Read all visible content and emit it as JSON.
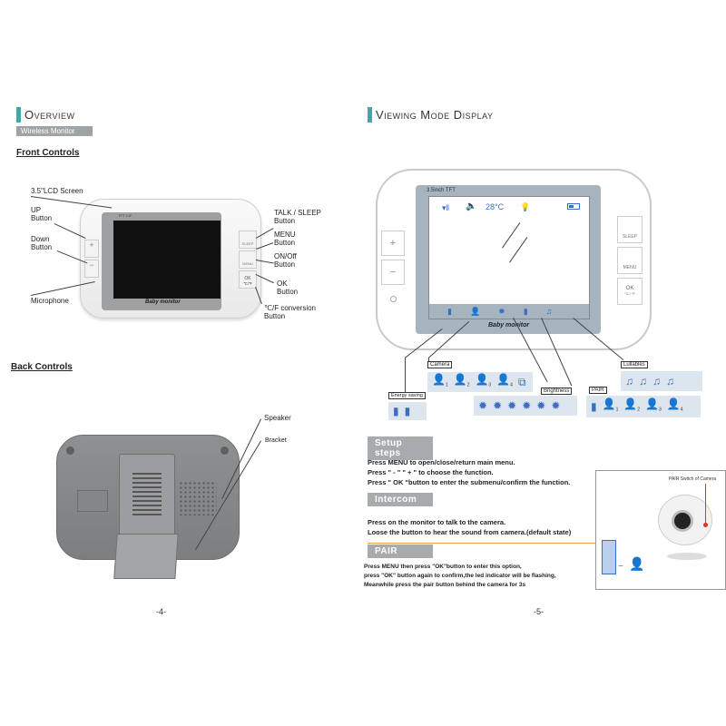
{
  "left": {
    "overview_title": "Overview",
    "overview_subtitle": "Wireless Monitor",
    "front_controls": "Front Controls",
    "labels": {
      "lcd": "3.5\"LCD Screen",
      "up": "UP\nButton",
      "down": "Down\nButton",
      "microphone": "Microphone",
      "talk": "TALK / SLEEP\nButton",
      "menu": "MENU\nButton",
      "onoff": "ON/Off\nButton",
      "ok": "OK\nButton",
      "cf": "℃/F conversion\nButton"
    },
    "device_brand": "Baby monitor",
    "device_tft": "TFT 3.5\"",
    "btn_sleep": "SLEEP",
    "btn_menu": "MENU",
    "btn_ok": "OK",
    "btn_ok_sub": "℃/℉",
    "back_controls": "Back Controls",
    "speaker": "Speaker",
    "bracket": "Bracket",
    "page": "-4-"
  },
  "right": {
    "viewing_title": "Viewing Mode Display",
    "tft": "3.5inch TFT",
    "temp": "28°C",
    "brand": "Baby monitor",
    "btn_sleep": "SLEEP",
    "btn_menu": "MENU",
    "btn_ok": "OK",
    "btn_ok_sub": "°C / °F",
    "boxes": {
      "camera": "Camera",
      "energy": "Energy saving",
      "brightness": "Brightness",
      "pair": "PAIR",
      "lullabies": "Lullables"
    },
    "setup_head": "Setup steps",
    "setup_lines": [
      "Press MENU to open/close/return main menu.",
      "Press \" - \" \" + \" to choose the function.",
      "Press \" OK \"button to enter the submenu/confirm the function."
    ],
    "intercom_head": "Intercom",
    "intercom_lines": [
      "Press  on the monitor to talk to the camera.",
      "Loose the button to hear the sound from camera.(default state)"
    ],
    "pair_head": "PAIR",
    "pair_lines": [
      "Press MENU then press \"OK\"button to enter this option,",
      "press \"OK\" button again to confirm,the led indicator will be flashing,",
      "Meanwhile press    the pair button behind the camera for 3s"
    ],
    "pair_switch_label": "PAIR Switch of Camera",
    "page": "-5-"
  }
}
